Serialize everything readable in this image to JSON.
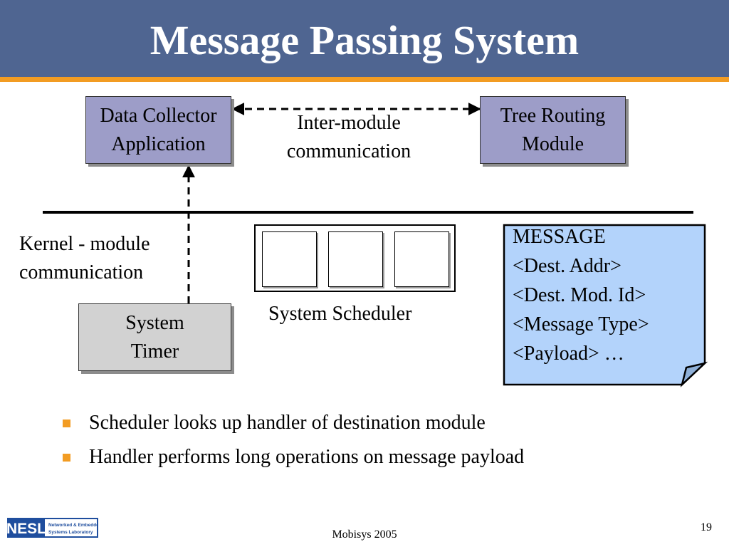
{
  "slide": {
    "title": "Message Passing System",
    "footer": "Mobisys 2005",
    "page_number": "19"
  },
  "diagram": {
    "data_collector": "Data Collector\nApplication",
    "tree_routing": "Tree Routing\nModule",
    "inter_module_label": "Inter-module\ncommunication",
    "kernel_module_label": "Kernel - module\ncommunication",
    "system_timer": "System\nTimer",
    "scheduler_label": "System Scheduler",
    "message_lines": [
      "MESSAGE",
      "<Dest. Addr>",
      "<Dest. Mod. Id>",
      "<Message Type>",
      "<Payload> …"
    ]
  },
  "bullets": [
    "Scheduler looks up handler of destination module",
    "Handler performs long operations on message payload"
  ],
  "logo": {
    "abbr": "NESL",
    "line1": "Networked & Embedded",
    "line2": "Systems Laboratory"
  },
  "colors": {
    "title_bar": "#4f6591",
    "accent": "#f29c23",
    "module_box": "#9d9dc8",
    "timer_box": "#d2d2d2",
    "message_note": "#b3d3fb",
    "logo_blue": "#1f4e9e"
  }
}
